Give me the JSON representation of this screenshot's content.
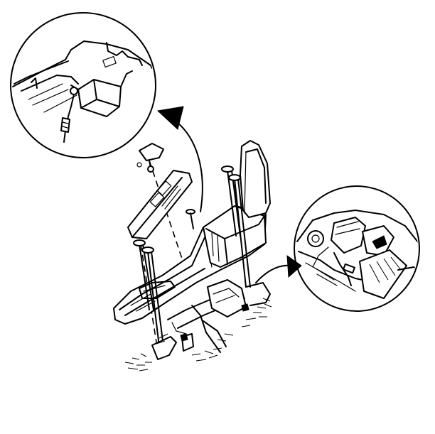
{
  "figure": {
    "kind": "exploded-view line illustration",
    "ink_color": "#000000",
    "background_color": "#ffffff",
    "callouts": [
      {
        "icon": "magnified-detail-top-left"
      },
      {
        "icon": "magnified-detail-right"
      }
    ]
  }
}
